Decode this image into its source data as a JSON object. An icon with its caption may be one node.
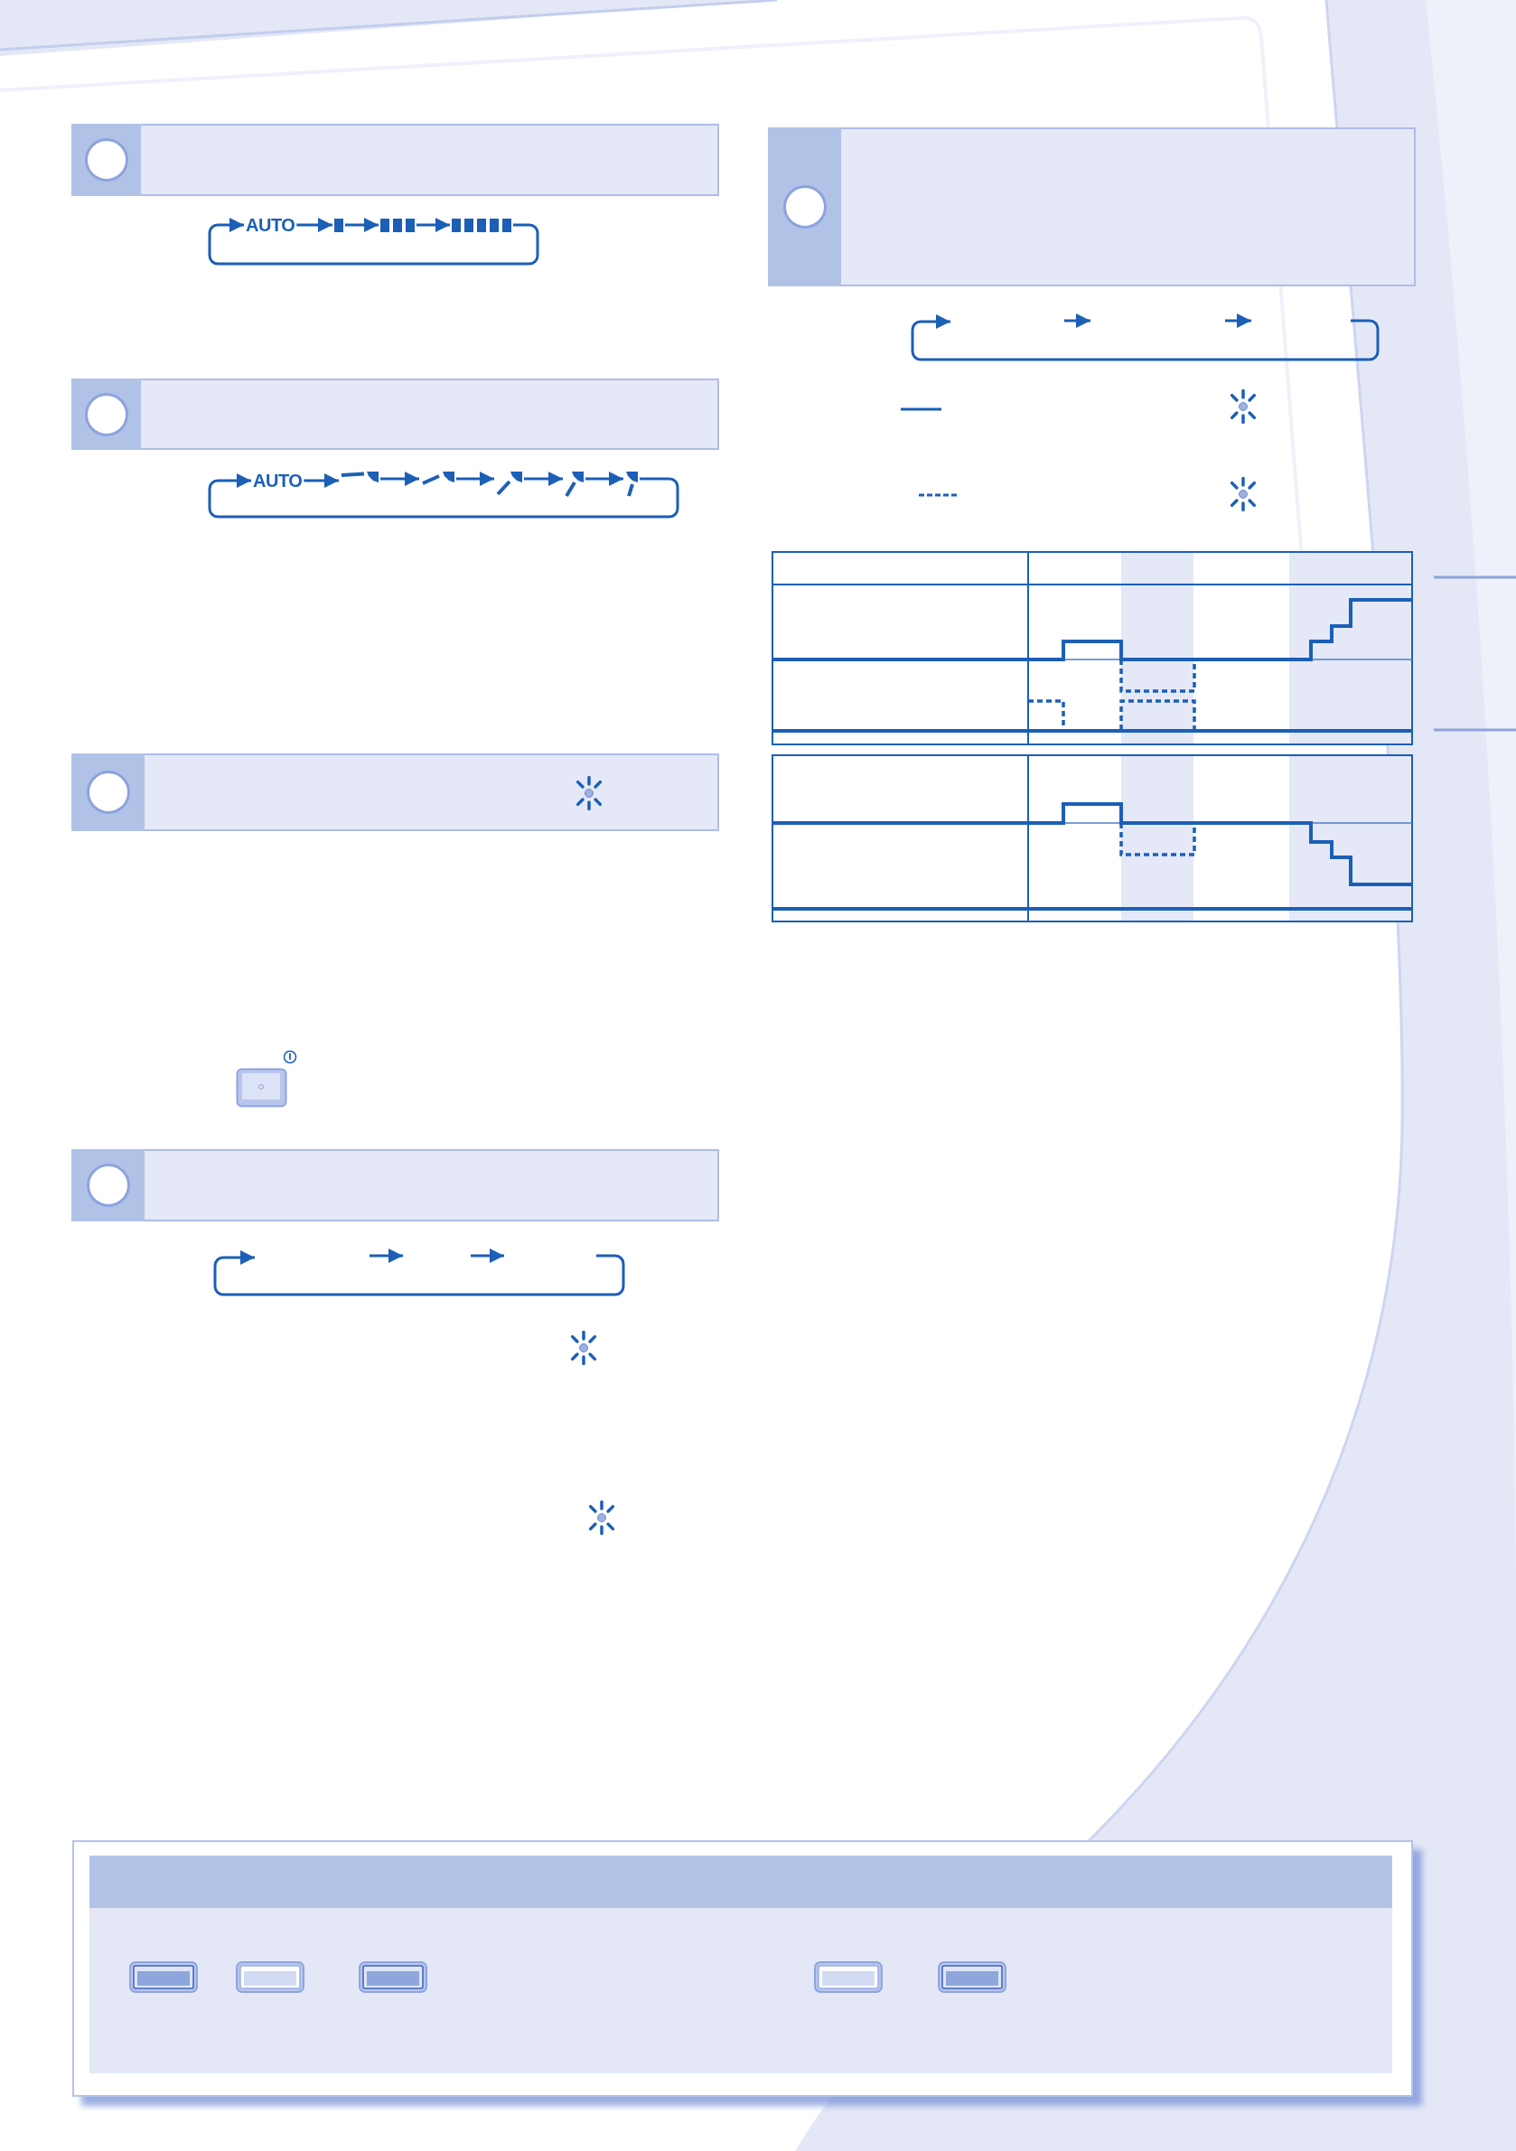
{
  "diagram": {
    "nodes": [
      {
        "text": [
          "AUTO"
        ]
      },
      {
        "text": [],
        "shape": "bar"
      },
      {
        "text": [],
        "shape": "bar"
      },
      {
        "text": [],
        "shape": "bar"
      },
      {
        "text": [
          "AUTO"
        ]
      },
      {
        "text": [],
        "shape": "picture"
      },
      {
        "text": [],
        "shape": "picture"
      },
      {
        "text": [],
        "shape": "picture"
      },
      {
        "text": [],
        "shape": "picture"
      },
      {
        "text": [],
        "shape": "picture"
      }
    ],
    "edges": [
      {
        "from": 0,
        "to": 1,
        "arrow": "to"
      },
      {
        "from": 1,
        "to": 2,
        "arrow": "to"
      },
      {
        "from": 2,
        "to": 3,
        "arrow": "to"
      },
      {
        "from": 3,
        "to": 0,
        "arrow": "to"
      },
      {
        "from": 4,
        "to": 5,
        "arrow": "to"
      },
      {
        "from": 5,
        "to": 6,
        "arrow": "to"
      },
      {
        "from": 6,
        "to": 7,
        "arrow": "to"
      },
      {
        "from": 7,
        "to": 8,
        "arrow": "to"
      },
      {
        "from": 8,
        "to": 9,
        "arrow": "to"
      },
      {
        "from": 9,
        "to": 4,
        "arrow": "to"
      }
    ]
  }
}
